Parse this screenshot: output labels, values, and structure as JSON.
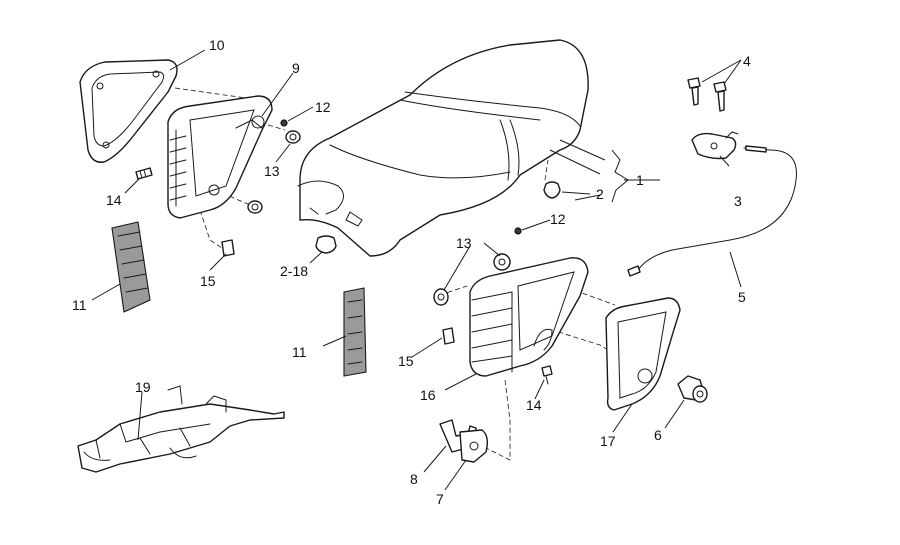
{
  "callouts": {
    "c1": "1",
    "c2": "2",
    "c2_18": "2-18",
    "c3": "3",
    "c4": "4",
    "c5": "5",
    "c6": "6",
    "c7": "7",
    "c8": "8",
    "c9": "9",
    "c10": "10",
    "c11_left": "11",
    "c11_mid": "11",
    "c12_top": "12",
    "c12_mid": "12",
    "c13_top": "13",
    "c13_mid": "13",
    "c14_left": "14",
    "c14_mid": "14",
    "c15_left": "15",
    "c15_mid": "15",
    "c16": "16",
    "c17": "17",
    "c19": "19"
  }
}
